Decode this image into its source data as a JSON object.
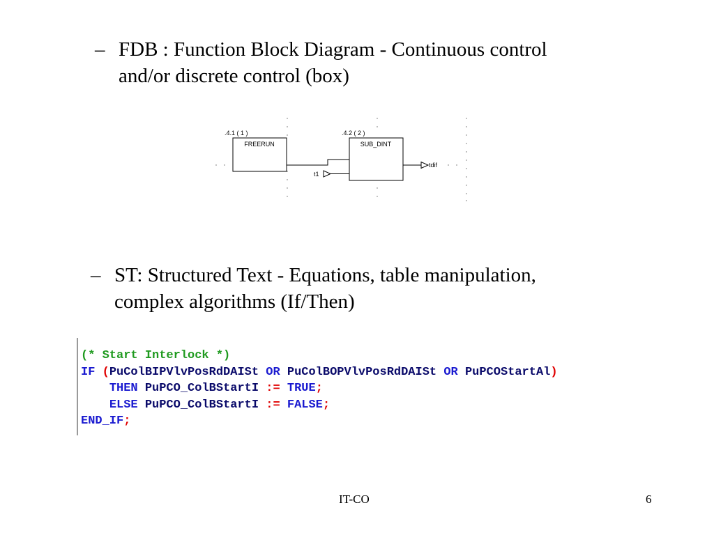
{
  "bullets": [
    {
      "dash": "–",
      "line1": "FDB : Function Block Diagram - Continuous control",
      "line2": "and/or discrete control (box)"
    },
    {
      "dash": "–",
      "line1": "ST: Structured Text - Equations, table manipulation,",
      "line2": "complex algorithms (If/Then)"
    }
  ],
  "fbd": {
    "block1": {
      "index": ".4.1 ( 1 )",
      "name": "FREERUN"
    },
    "block2": {
      "index": ".4.2 ( 2 )",
      "name": "SUB_DINT"
    },
    "input_label": "t1",
    "output_label": "tdif"
  },
  "code": {
    "comment": "(* Start Interlock *)",
    "kw_if": "IF",
    "paren_open": "(",
    "var1": "PuColBIPVlvPosRdDAISt",
    "kw_or1": "OR",
    "var2": "PuColBOPVlvPosRdDAISt",
    "kw_or2": "OR",
    "var3": "PuPCOStartAl",
    "paren_close": ")",
    "kw_then": "THEN",
    "target1": "PuPCO_ColBStartI",
    "assign1": ":=",
    "val_true": "TRUE",
    "semi1": ";",
    "kw_else": "ELSE",
    "target2": "PuPCO_ColBStartI",
    "assign2": ":=",
    "val_false": "FALSE",
    "semi2": ";",
    "kw_endif": "END_IF",
    "semi3": ";"
  },
  "footer": {
    "center": "IT-CO",
    "page": "6"
  }
}
